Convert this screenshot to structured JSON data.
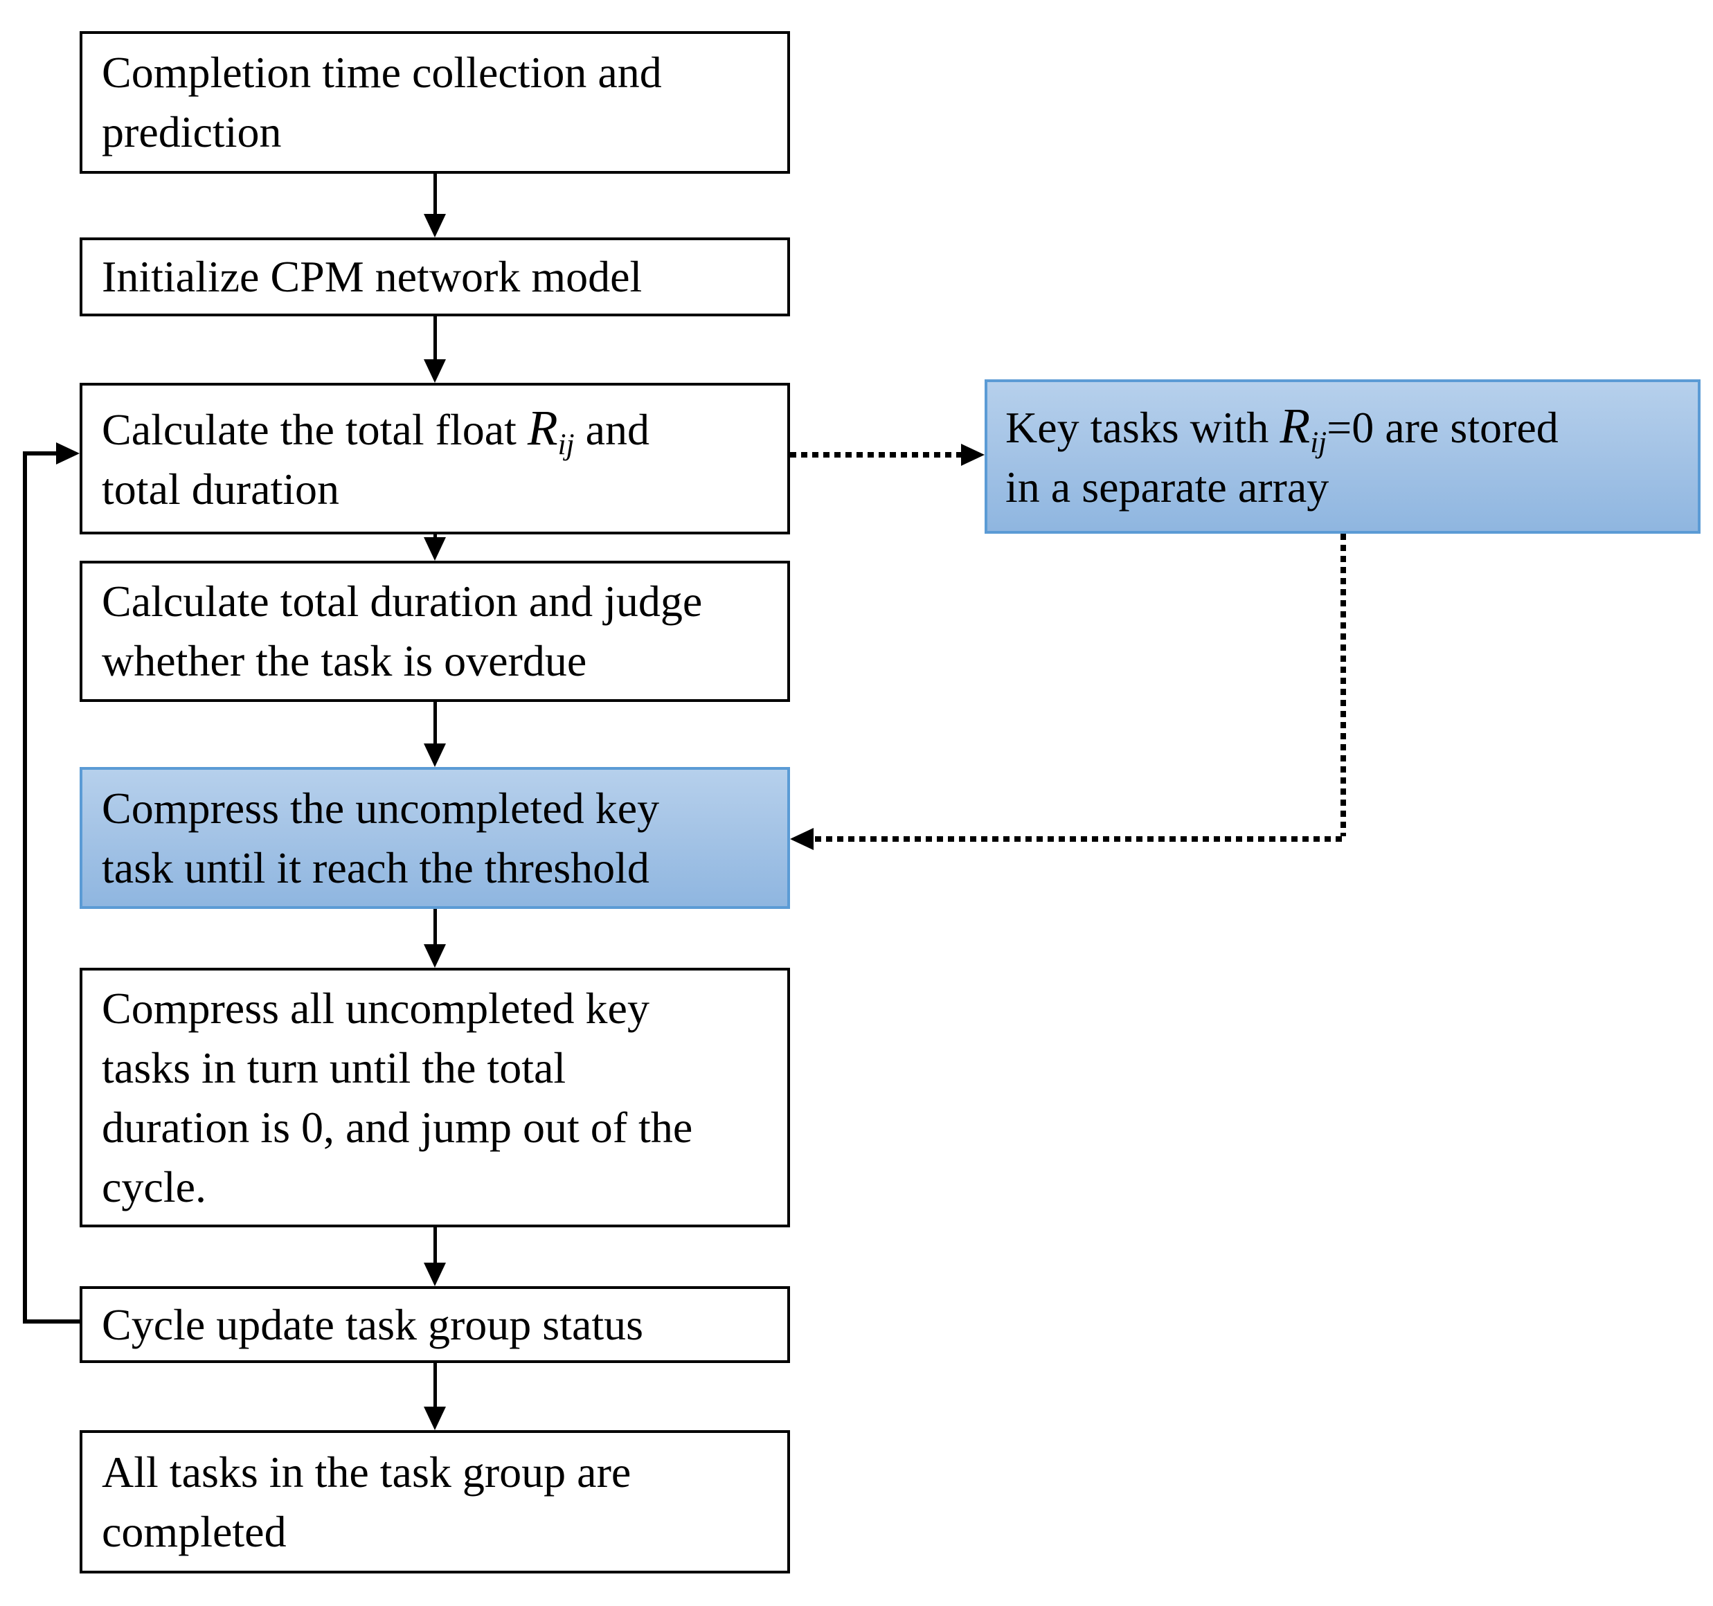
{
  "colors": {
    "background": "#ffffff",
    "text": "#000000",
    "box_border": "#000000",
    "arrow": "#000000",
    "highlight_fill_top": "#b6d0ec",
    "highlight_fill_bottom": "#8fb6e0",
    "highlight_border": "#5b9bd5"
  },
  "flow": {
    "steps": [
      {
        "text": "Completion time collection and\nprediction"
      },
      {
        "text": "Initialize CPM network model"
      },
      {
        "line1_before": "Calculate the total float ",
        "formula_base": "R",
        "formula_sub": "ij",
        "line1_after": " and",
        "line2": "total duration"
      },
      {
        "text": "Calculate total duration and judge\nwhether the task is overdue"
      },
      {
        "text": "Compress the uncompleted key\ntask until it reach the threshold"
      },
      {
        "text": "Compress all uncompleted key\ntasks in turn until the total\nduration is 0, and jump out of the\ncycle."
      },
      {
        "text": "Cycle update task group status"
      },
      {
        "text": "All tasks in the task group are\ncompleted"
      }
    ],
    "side_note": {
      "line1_before": "Key tasks with ",
      "formula_base": "R",
      "formula_sub": "ij",
      "line1_after": "=0 are stored",
      "line2": "in a separate array"
    }
  }
}
